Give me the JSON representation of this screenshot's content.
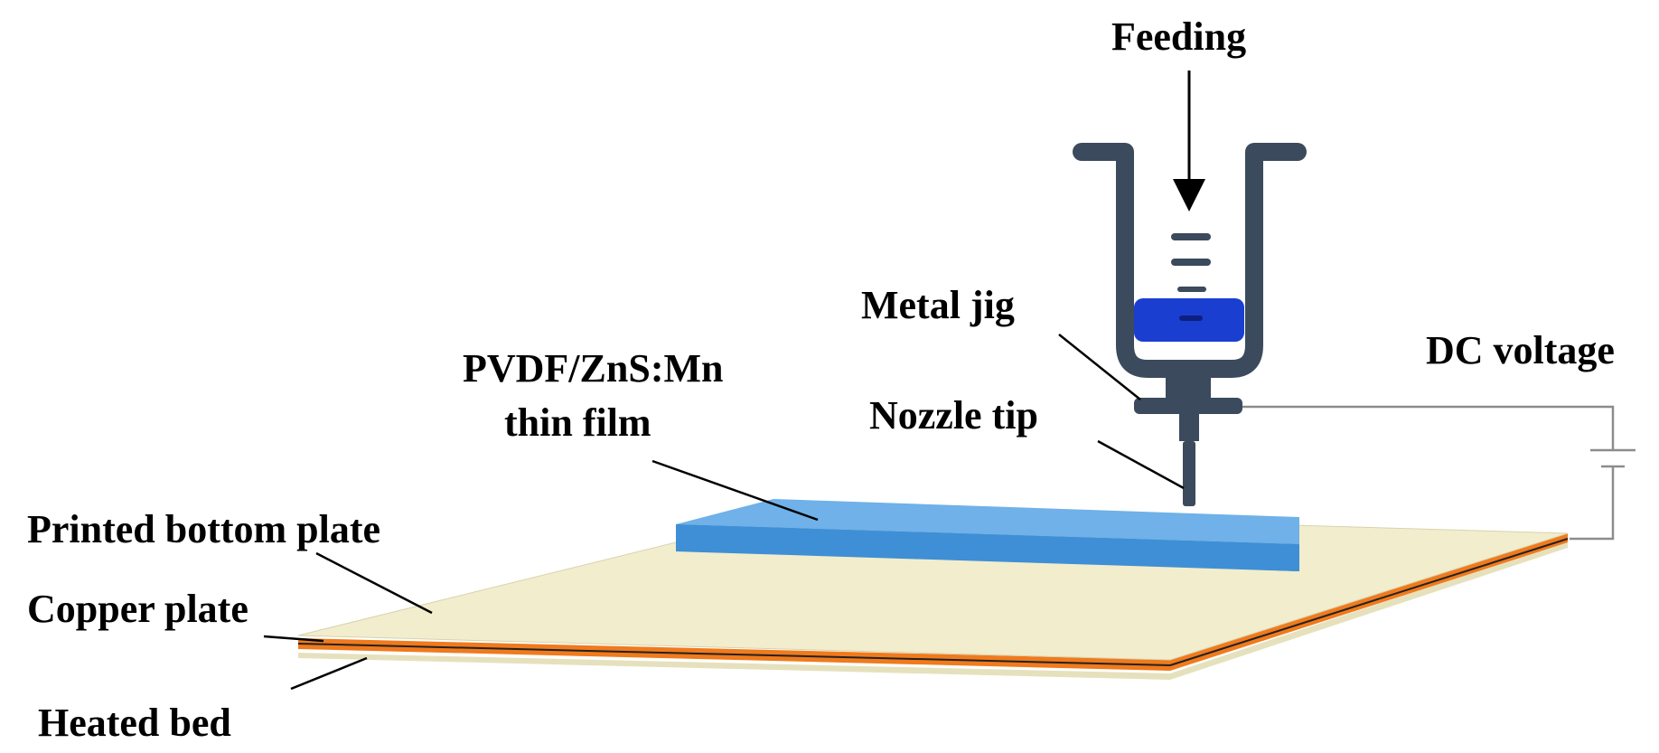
{
  "labels": {
    "feeding": "Feeding",
    "metal_jig": "Metal jig",
    "dc_voltage": "DC voltage",
    "film_line1": "PVDF/ZnS:Mn",
    "film_line2": "thin film",
    "nozzle_tip": "Nozzle tip",
    "printed_bottom_plate": "Printed bottom plate",
    "copper_plate": "Copper plate",
    "heated_bed": "Heated bed"
  },
  "colors": {
    "syringe": "#3b4a5c",
    "ink": "#1a3fd0",
    "film_top": "#6fb1e8",
    "film_side": "#3f8fd6",
    "bottom_plate": "#f2edcc",
    "copper": "#f07a1c",
    "heated_bed": "#e6e1bd",
    "wire": "#8c8c8c"
  }
}
